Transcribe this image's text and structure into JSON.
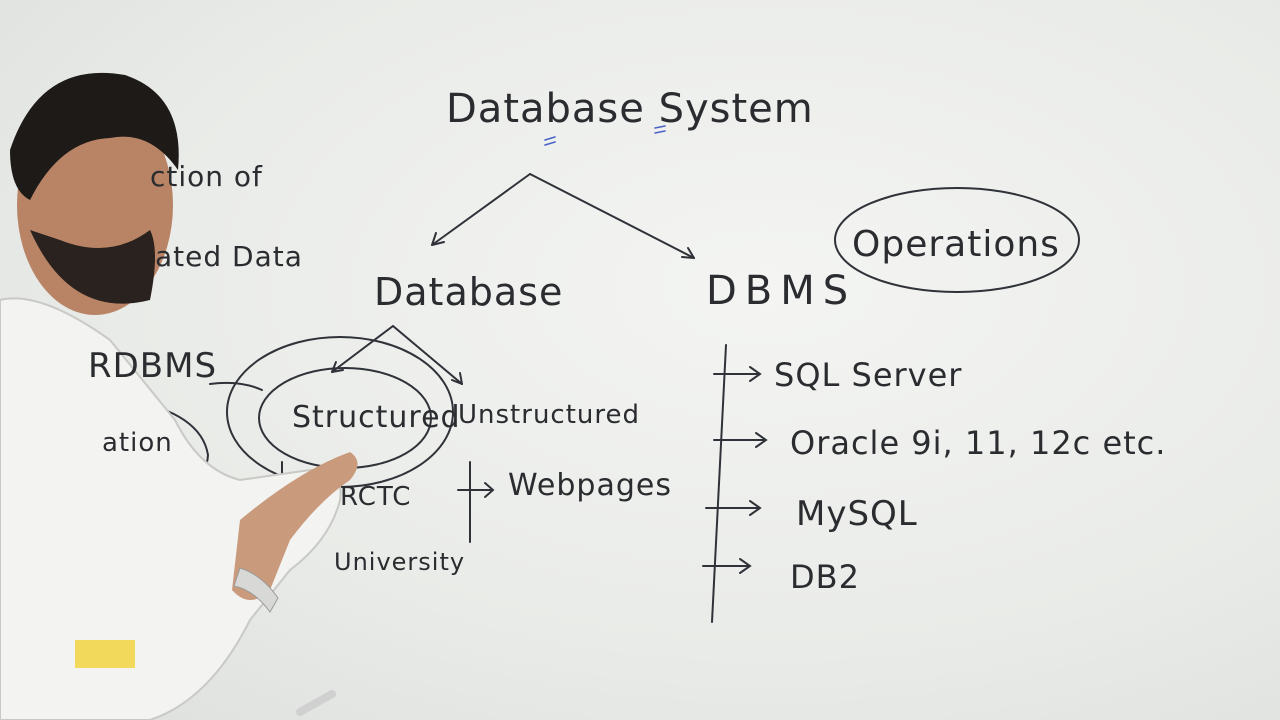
{
  "board": {
    "title": "Database System",
    "left_fragments": [
      "ction of",
      "ated Data",
      "RDBMS",
      "ation"
    ],
    "database_node": "Database",
    "dbms_node": "DBMS",
    "operations_label": "Operations",
    "database_types": {
      "structured": "Structured",
      "unstructured": "Unstructured"
    },
    "structured_examples": [
      "RCTC",
      "University"
    ],
    "unstructured_examples": [
      "Webpages"
    ],
    "dbms_examples": [
      "SQL Server",
      "Oracle 9i, 11, 12c etc.",
      "MySQL",
      "DB2"
    ]
  }
}
